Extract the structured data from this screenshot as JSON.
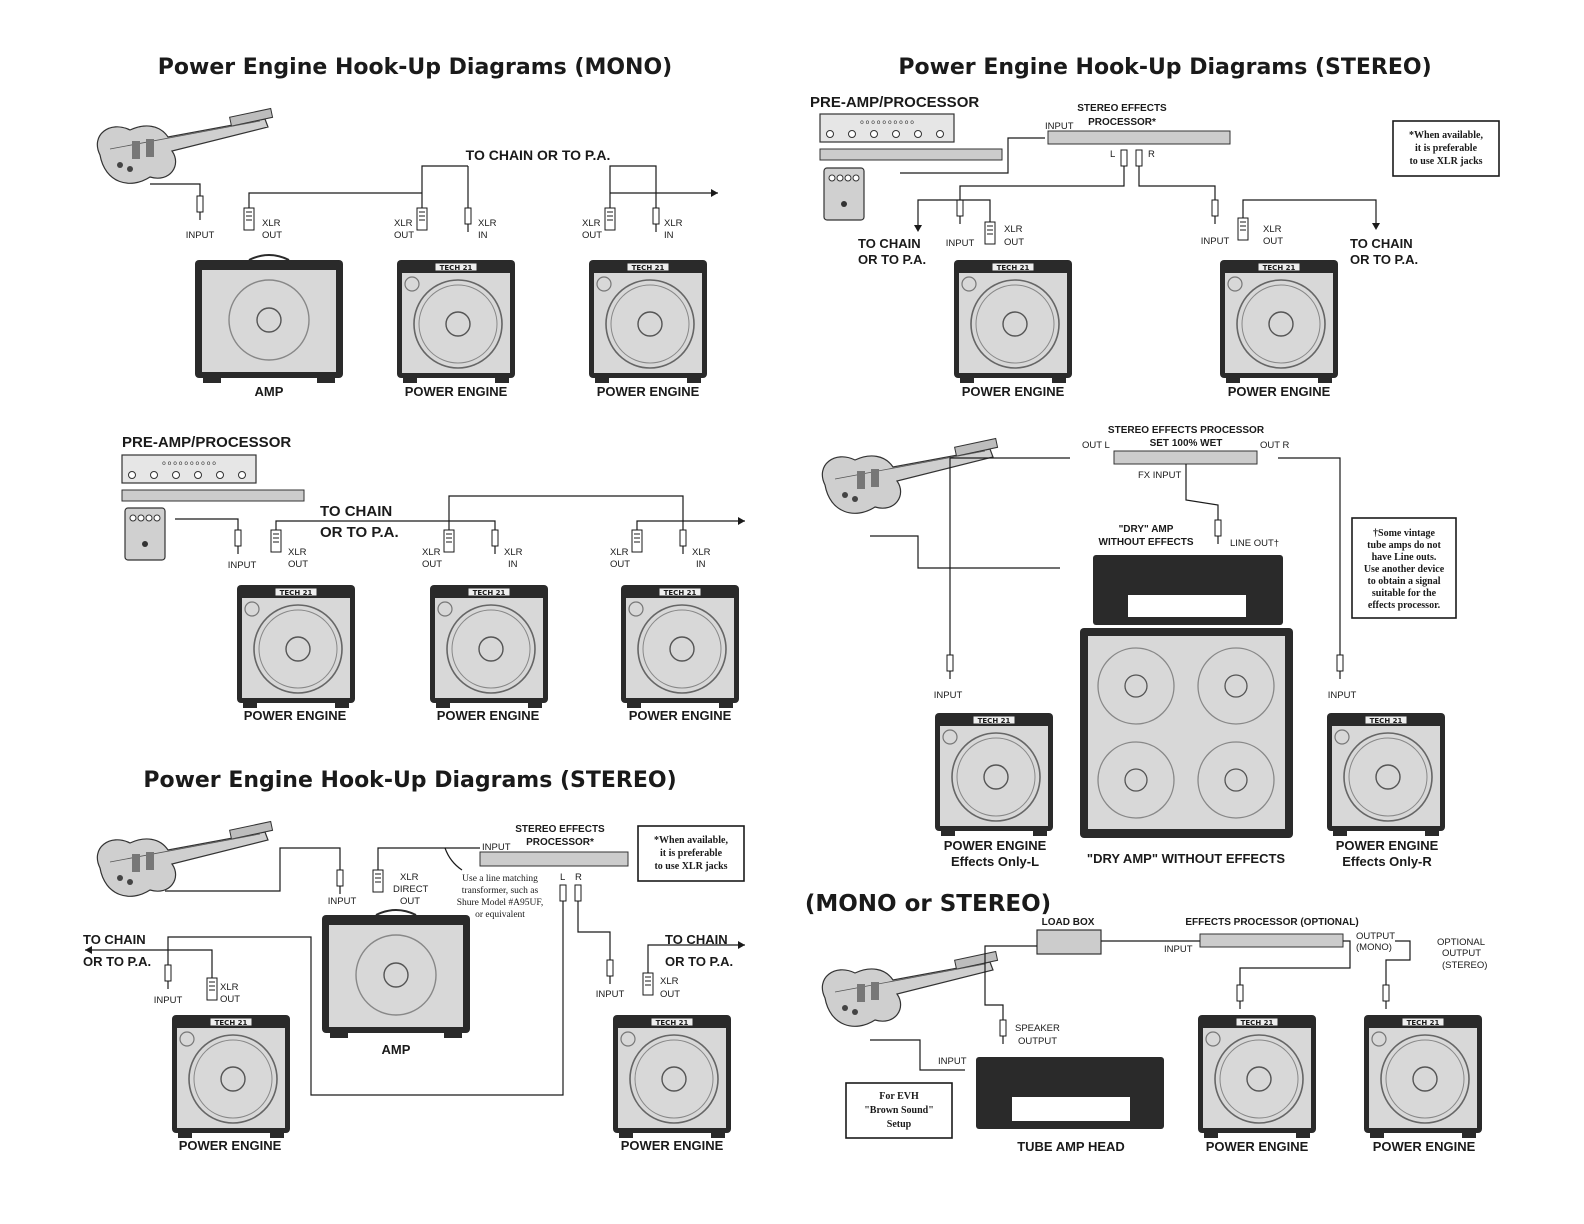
{
  "titles": {
    "mono": "Power Engine Hook-Up Diagrams (MONO)",
    "stereo_left": "Power Engine Hook-Up Diagrams (STEREO)",
    "stereo_right": "Power Engine Hook-Up Diagrams (STEREO)",
    "mono_or_stereo": "(MONO or STEREO)"
  },
  "mono1": {
    "chain_label": "TO CHAIN OR TO P.A.",
    "jack_input": "INPUT",
    "jack_xlr": "XLR",
    "jack_out": "OUT",
    "jack_in": "IN",
    "labels": [
      "AMP",
      "POWER ENGINE",
      "POWER ENGINE"
    ]
  },
  "mono2": {
    "preamp_label": "PRE-AMP/PROCESSOR",
    "chain_line1": "TO CHAIN",
    "chain_line2": "OR TO P.A.",
    "labels": [
      "POWER ENGINE",
      "POWER ENGINE",
      "POWER ENGINE"
    ]
  },
  "stereo_left": {
    "fx_label_1": "STEREO EFFECTS",
    "fx_label_2": "PROCESSOR*",
    "input": "INPUT",
    "note": [
      "*When available,",
      "it is preferable",
      "to use XLR jacks"
    ],
    "xlr_direct": [
      "XLR",
      "DIRECT",
      "OUT"
    ],
    "transformer": [
      "Use a line matching",
      "transformer, such as",
      "Shure Model #A95UF,",
      "or equivalent"
    ],
    "l": "L",
    "r": "R",
    "chain_left": [
      "TO CHAIN",
      "OR TO P.A."
    ],
    "chain_right": [
      "TO CHAIN",
      "OR TO P.A."
    ],
    "amp_label": "AMP",
    "labels": [
      "POWER ENGINE",
      "POWER ENGINE"
    ]
  },
  "stereo_right": {
    "preamp_label": "PRE-AMP/PROCESSOR",
    "fx_label_1": "STEREO EFFECTS",
    "fx_label_2": "PROCESSOR*",
    "input": "INPUT",
    "note": [
      "*When available,",
      "it is preferable",
      "to use XLR jacks"
    ],
    "l": "L",
    "r": "R",
    "chain_left": [
      "TO CHAIN",
      "OR TO P.A."
    ],
    "chain_right": [
      "TO CHAIN",
      "OR TO P.A."
    ],
    "labels": [
      "POWER ENGINE",
      "POWER ENGINE"
    ]
  },
  "wet_dry": {
    "fx_label_1": "STEREO EFFECTS PROCESSOR",
    "fx_label_2": "SET 100% WET",
    "out_l": "OUT L",
    "out_r": "OUT R",
    "fx_input": "FX INPUT",
    "dry_amp_1": "\"DRY\" AMP",
    "dry_amp_2": "WITHOUT EFFECTS",
    "line_out": "LINE OUT†",
    "footnote": [
      "†Some vintage",
      "tube amps do not",
      "have Line outs.",
      "Use another device",
      "to obtain a signal",
      "suitable for the",
      "effects processor."
    ],
    "input": "INPUT",
    "left_label": [
      "POWER ENGINE",
      "Effects Only-L"
    ],
    "center_label": "\"DRY AMP\" WITHOUT EFFECTS",
    "right_label": [
      "POWER ENGINE",
      "Effects Only-R"
    ]
  },
  "evh": {
    "load_box": "LOAD BOX",
    "fx_optional": "EFFECTS PROCESSOR (OPTIONAL)",
    "input": "INPUT",
    "output_mono": [
      "OUTPUT",
      "(MONO)"
    ],
    "optional_output": [
      "OPTIONAL",
      "OUTPUT",
      "(STEREO)"
    ],
    "speaker_output": [
      "SPEAKER",
      "OUTPUT"
    ],
    "input2": "INPUT",
    "evh_note": [
      "For EVH",
      "\"Brown Sound\"",
      "Setup"
    ],
    "tube_head": "TUBE AMP HEAD",
    "labels": [
      "POWER ENGINE",
      "POWER ENGINE"
    ]
  },
  "badge": "TECH 21"
}
